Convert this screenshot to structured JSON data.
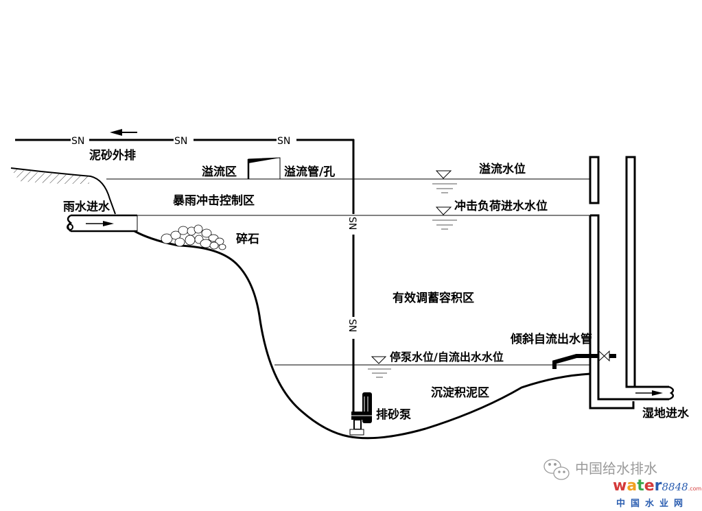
{
  "diagram": {
    "title": "调蓄池剖面示意图",
    "pipe_code": "SN",
    "labels": {
      "sludge_discharge": "泥砂外排",
      "overflow_zone": "溢流区",
      "overflow_pipe": "溢流管/孔",
      "overflow_level": "溢流水位",
      "storm_control_zone": "暴雨冲击控制区",
      "rain_inlet": "雨水进水",
      "impact_level": "冲击负荷进水水位",
      "gravel": "碎石",
      "effective_storage": "有效调蓄容积区",
      "stop_pump_level": "停泵水位/自流出水水位",
      "outlet_pipe": "倾斜自流出水管",
      "sediment_zone": "沉淀积泥区",
      "sand_pump": "排砂泵",
      "wetland_inlet": "湿地进水"
    },
    "colors": {
      "line": "#000000",
      "watermark_gray": "#9a9a9a",
      "brand_blue": "#2a5db0",
      "brand_red": "#d43a3a",
      "brand_green": "#3aa64a",
      "brand_orange": "#f0a020"
    }
  },
  "watermark": {
    "icon": "wechat-icon",
    "account": "中国给水排水",
    "brand_w": "w",
    "brand_a": "a",
    "brand_t": "t",
    "brand_e": "e",
    "brand_r": "r",
    "brand_num": "8848",
    "brand_com": ".com",
    "brand_cn": "中国水业网"
  }
}
